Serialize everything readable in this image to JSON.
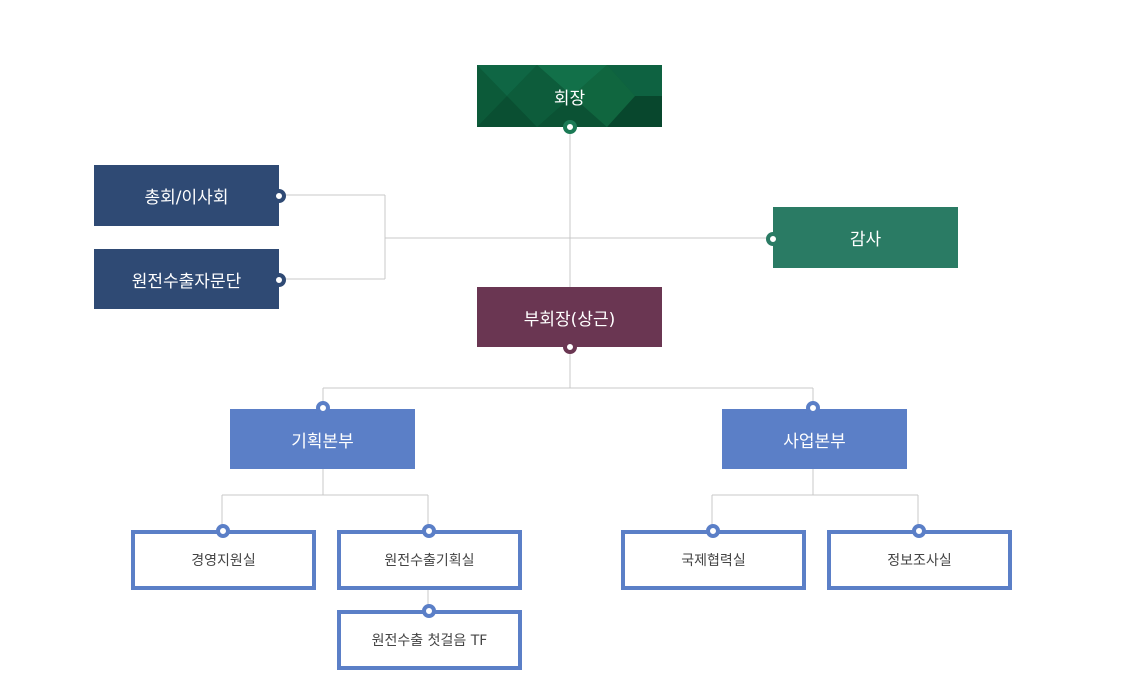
{
  "org_chart": {
    "chairman": "회장",
    "general_assembly": "총회/이사회",
    "advisory_group": "원전수출자문단",
    "audit": "감사",
    "vice_chairman": "부회장(상근)",
    "planning_hq": "기획본부",
    "business_hq": "사업본부",
    "management_support": "경영지원실",
    "export_planning": "원전수출기획실",
    "first_step_tf": "원전수출 첫걸음 TF",
    "intl_cooperation": "국제협력실",
    "information_research": "정보조사실"
  },
  "colors": {
    "chairman": "#0d5a3a",
    "board": "#2f4a74",
    "audit": "#2a7b64",
    "vice_chairman": "#6a3652",
    "headquarters": "#5b7fc7",
    "line": "#c8c8c8"
  }
}
